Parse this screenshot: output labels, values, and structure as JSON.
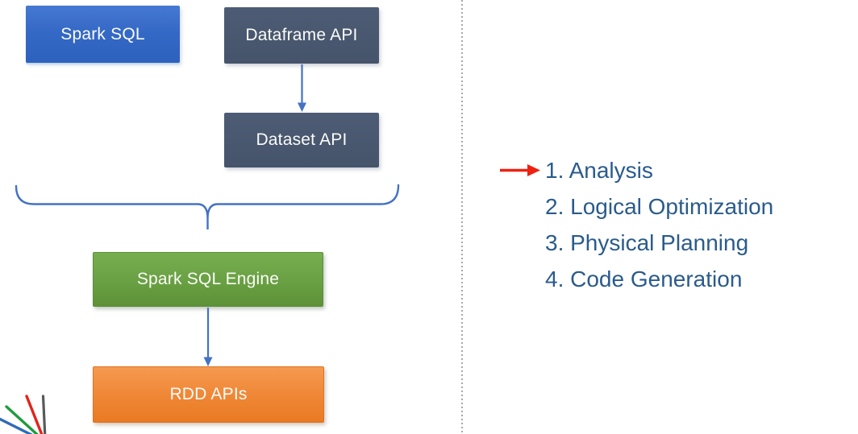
{
  "slide": {
    "background_color": "#FFFFFF",
    "divider_color": "#A8A8A8"
  },
  "diagram": {
    "connector_color": "#4472C4",
    "nodes": [
      {
        "id": "spark-sql",
        "label": "Spark SQL",
        "color": "#3569C6"
      },
      {
        "id": "dataframe-api",
        "label": "Dataframe API",
        "color": "#45546B"
      },
      {
        "id": "dataset-api",
        "label": "Dataset API",
        "color": "#45546B"
      },
      {
        "id": "spark-sql-engine",
        "label": "Spark SQL Engine",
        "color": "#69A043"
      },
      {
        "id": "rdd-apis",
        "label": "RDD APIs",
        "color": "#EF8635"
      }
    ],
    "connections": [
      {
        "from": "dataframe-api",
        "to": "dataset-api",
        "type": "arrow"
      },
      {
        "from": "spark-sql-engine",
        "to": "rdd-apis",
        "type": "arrow"
      },
      {
        "from": "spark-sql + dataframe-api + dataset-api",
        "to": "spark-sql-engine",
        "type": "brace"
      }
    ]
  },
  "steps_list": {
    "text_color": "#2A5B8C",
    "arrow_color": "#EE2111",
    "items": [
      {
        "label": "1. Analysis",
        "pointed_by_arrow": true
      },
      {
        "label": "2. Logical Optimization",
        "pointed_by_arrow": false
      },
      {
        "label": "3. Physical Planning",
        "pointed_by_arrow": false
      },
      {
        "label": "4. Code Generation",
        "pointed_by_arrow": false
      }
    ]
  },
  "decoration": {
    "corner_line_colors": [
      "#58595B",
      "#E1251B",
      "#1E9C3F",
      "#2F6BB8"
    ]
  }
}
